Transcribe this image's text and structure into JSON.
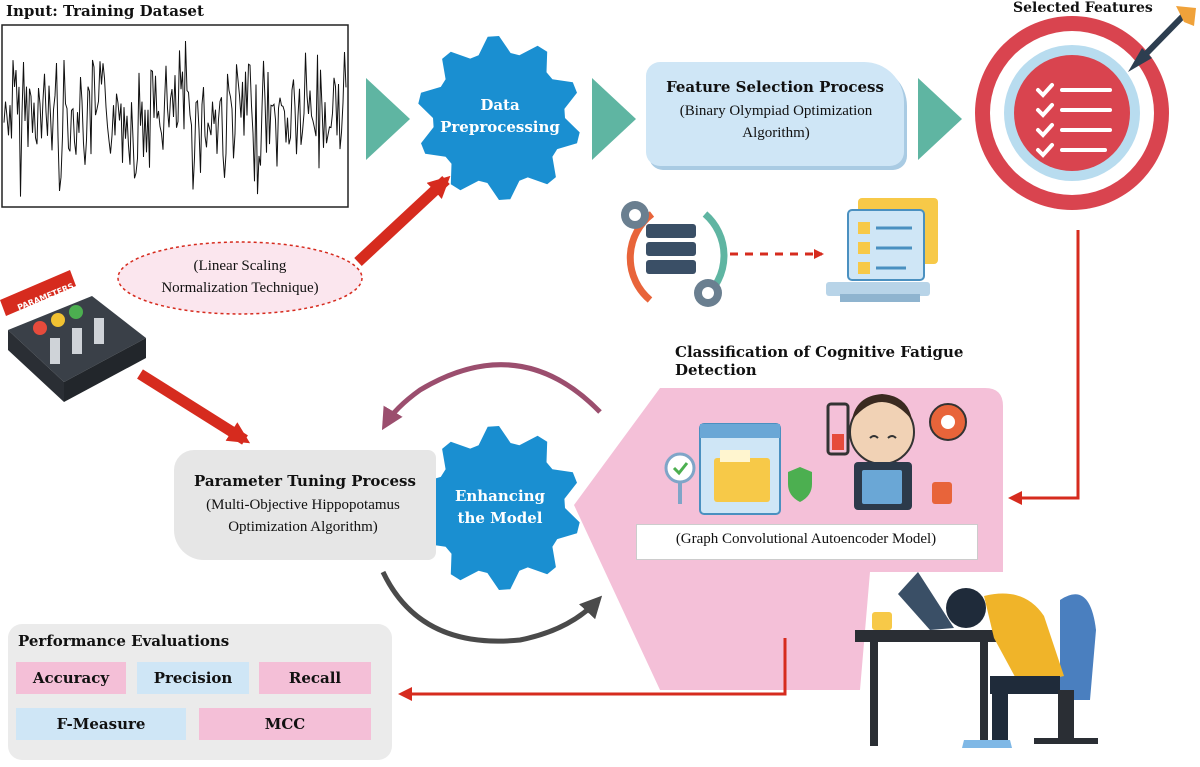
{
  "input": {
    "title": "Input: Training Dataset"
  },
  "preprocessing": {
    "label_line1": "Data",
    "label_line2": "Preprocessing"
  },
  "feature_selection": {
    "title": "Feature Selection Process",
    "subtitle_line1": "(Binary Olympiad Optimization",
    "subtitle_line2": "Algorithm)"
  },
  "selected_features": {
    "title": "Selected Features"
  },
  "normalization": {
    "line1": "(Linear Scaling",
    "line2": "Normalization Technique)"
  },
  "parameters": {
    "badge": "PARAMETERS"
  },
  "classification": {
    "title_line1": "Classification of Cognitive Fatigue",
    "title_line2": "Detection",
    "model": "(Graph Convolutional Autoencoder Model)"
  },
  "parameter_tuning": {
    "title": "Parameter Tuning Process",
    "subtitle_line1": "(Multi-Objective Hippopotamus",
    "subtitle_line2": "Optimization Algorithm)"
  },
  "enhancing": {
    "label_line1": "Enhancing",
    "label_line2": "the Model"
  },
  "performance": {
    "title": "Performance Evaluations",
    "metrics": [
      "Accuracy",
      "Precision",
      "Recall",
      "F-Measure",
      "MCC"
    ]
  },
  "colors": {
    "gear_blue": "#1a8fd1",
    "teal_arrow": "#5fb5a2",
    "red_arrow": "#d62b1e",
    "pink_panel": "#f4c0d8",
    "light_blue": "#cfe6f6",
    "grey_panel": "#e6e6e6",
    "target_red": "#d9444f"
  },
  "icons": [
    "signal-waveform",
    "gear",
    "target-checklist",
    "mixer-panel",
    "server-sync",
    "checklist-monitor",
    "tired-person",
    "battery-low",
    "sad-face",
    "person-asleep-at-desk"
  ]
}
